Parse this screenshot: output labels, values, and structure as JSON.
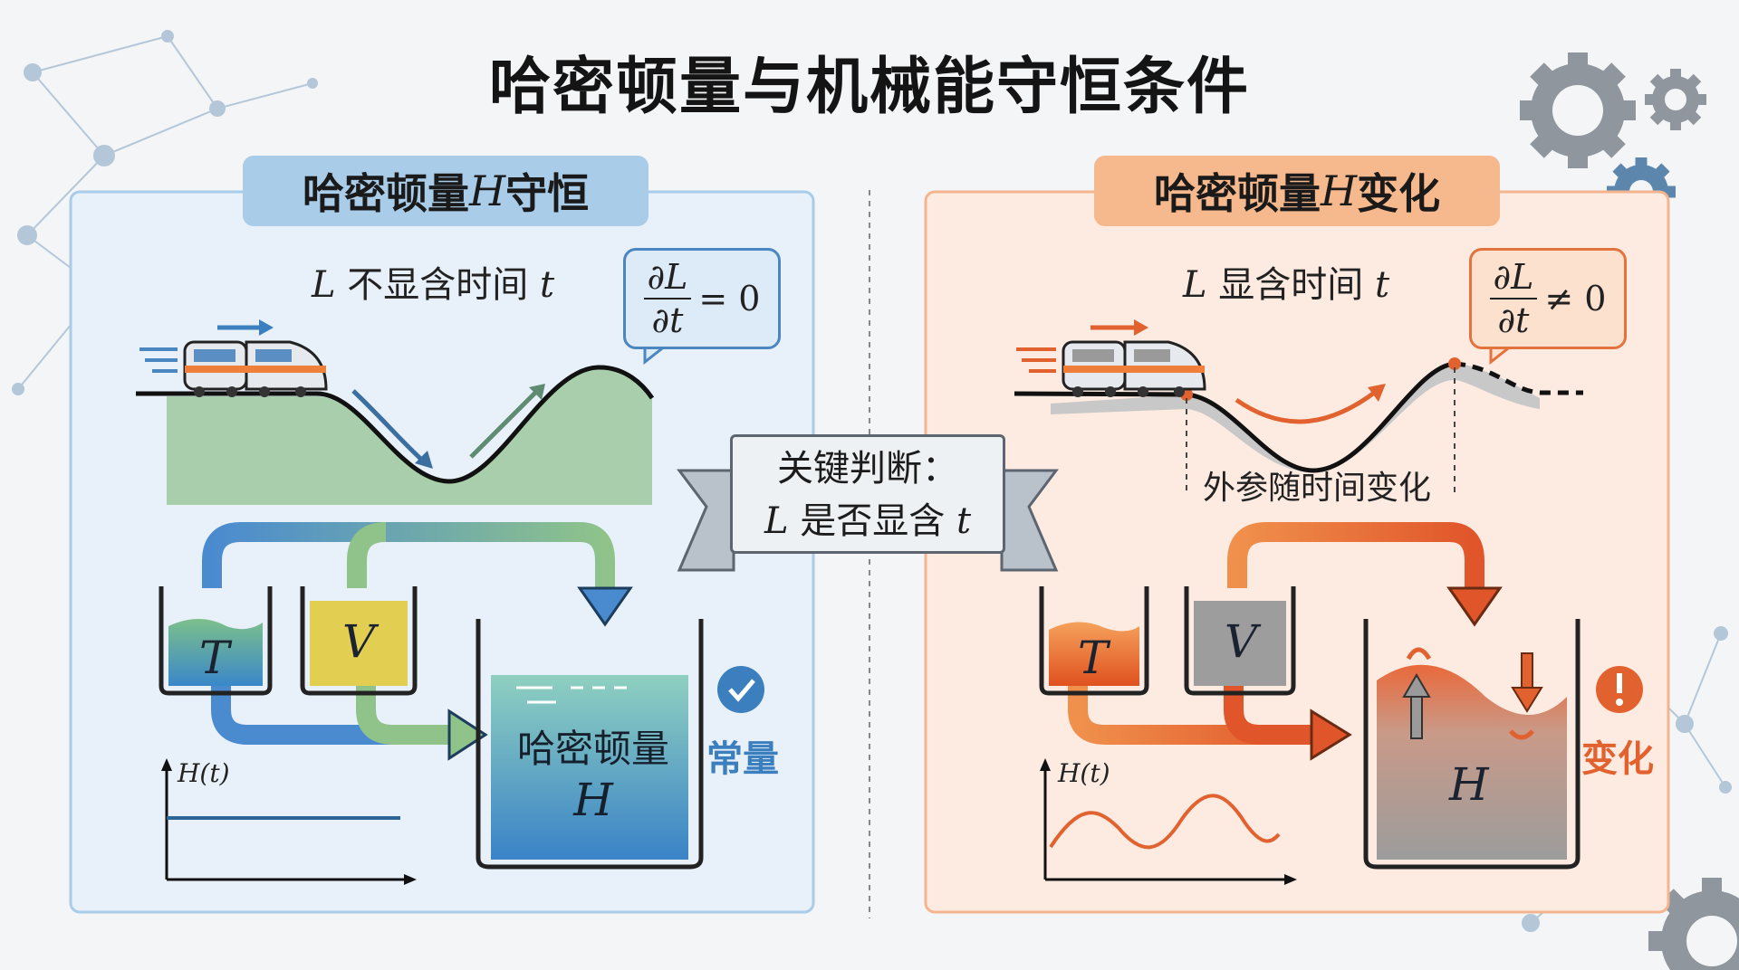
{
  "title": "哈密顿量与机械能守恒条件",
  "left": {
    "tab": {
      "prefix": "哈密顿量 ",
      "symbol": "H",
      "suffix": " 守恒"
    },
    "condition": {
      "symbol": "L",
      "text": " 不显含时间 ",
      "var": "t"
    },
    "bubble": {
      "num": "∂L",
      "den": "∂t",
      "rel": "= 0"
    },
    "tanks": {
      "t": "T",
      "v": "V"
    },
    "result": {
      "line1": "哈密顿量",
      "line2": "H"
    },
    "status": "常量",
    "graph_label": "H(t)"
  },
  "right": {
    "tab": {
      "prefix": "哈密顿量 ",
      "symbol": "H",
      "suffix": " 变化"
    },
    "condition": {
      "symbol": "L",
      "text": " 显含时间 ",
      "var": "t"
    },
    "bubble": {
      "num": "∂L",
      "den": "∂t",
      "rel": "≠ 0"
    },
    "annotation": "外参随时间变化",
    "tanks": {
      "t": "T",
      "v": "V"
    },
    "result": {
      "h": "H"
    },
    "status": "变化",
    "graph_label": "H(t)"
  },
  "center": {
    "line1": "关键判断：",
    "symbol": "L",
    "line2": "是否显含 ",
    "var": "t"
  },
  "colors": {
    "blue": "#3b7fbe",
    "orange": "#e2622f",
    "green": "#a7cfae",
    "gray": "#9a9a9a"
  }
}
